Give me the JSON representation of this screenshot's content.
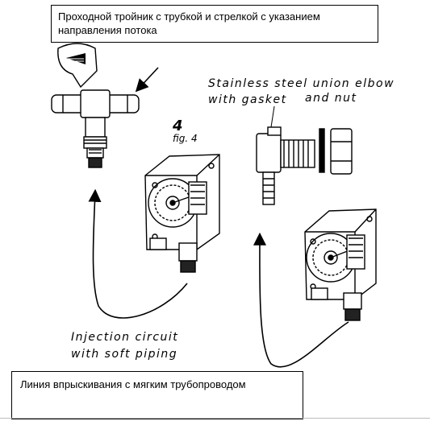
{
  "callouts": {
    "top": "Проходной тройник с трубкой и стрелкой с указанием направления потока",
    "bottom": "Линия впрыскивания с мягким трубопроводом"
  },
  "drawing_labels": {
    "elbow_line1": "Stainless steel union elbow",
    "elbow_line2": "with gasket",
    "elbow_line2b": "and nut",
    "injection_line1": "Injection circuit",
    "injection_line2": "with soft piping",
    "fig_number": "4",
    "fig_label": "fig. 4"
  },
  "colors": {
    "ink": "#000000",
    "paper": "#ffffff"
  }
}
